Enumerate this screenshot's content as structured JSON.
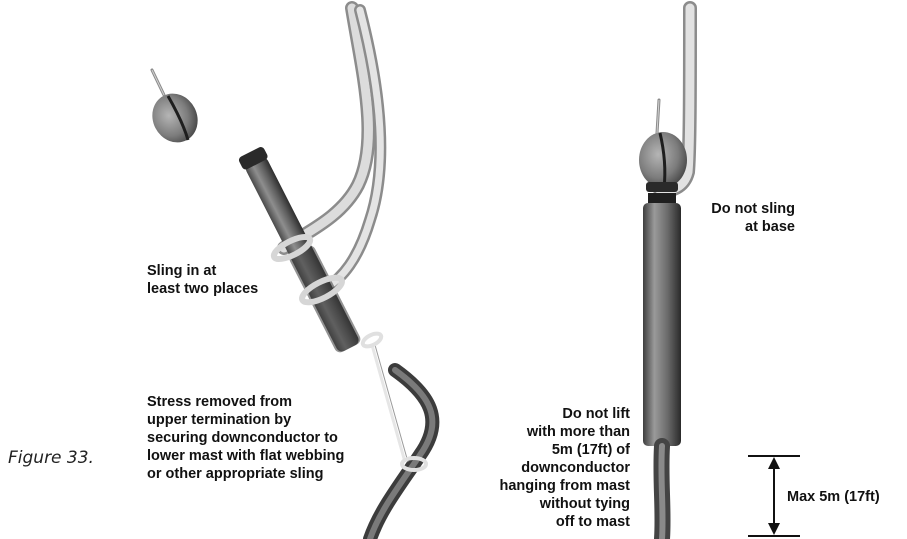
{
  "caption": "Figure 33.",
  "labels": {
    "sling_two_places": "Sling in at\nleast two places",
    "stress_removed": "Stress removed from\nupper termination by\nsecuring downconductor to\nlower mast with flat webbing\nor other appropriate sling",
    "no_sling_base": "Do not sling\nat base",
    "no_lift": "Do not lift\nwith more than\n5m (17ft) of\ndownconductor\nhanging from mast\nwithout tying\noff to mast",
    "max_dimension": "Max 5m (17ft)"
  },
  "colors": {
    "mast_dark": "#3a3a3a",
    "mast_mid": "#6b6b6b",
    "sling": "#d2d2d2",
    "text": "#111111"
  }
}
